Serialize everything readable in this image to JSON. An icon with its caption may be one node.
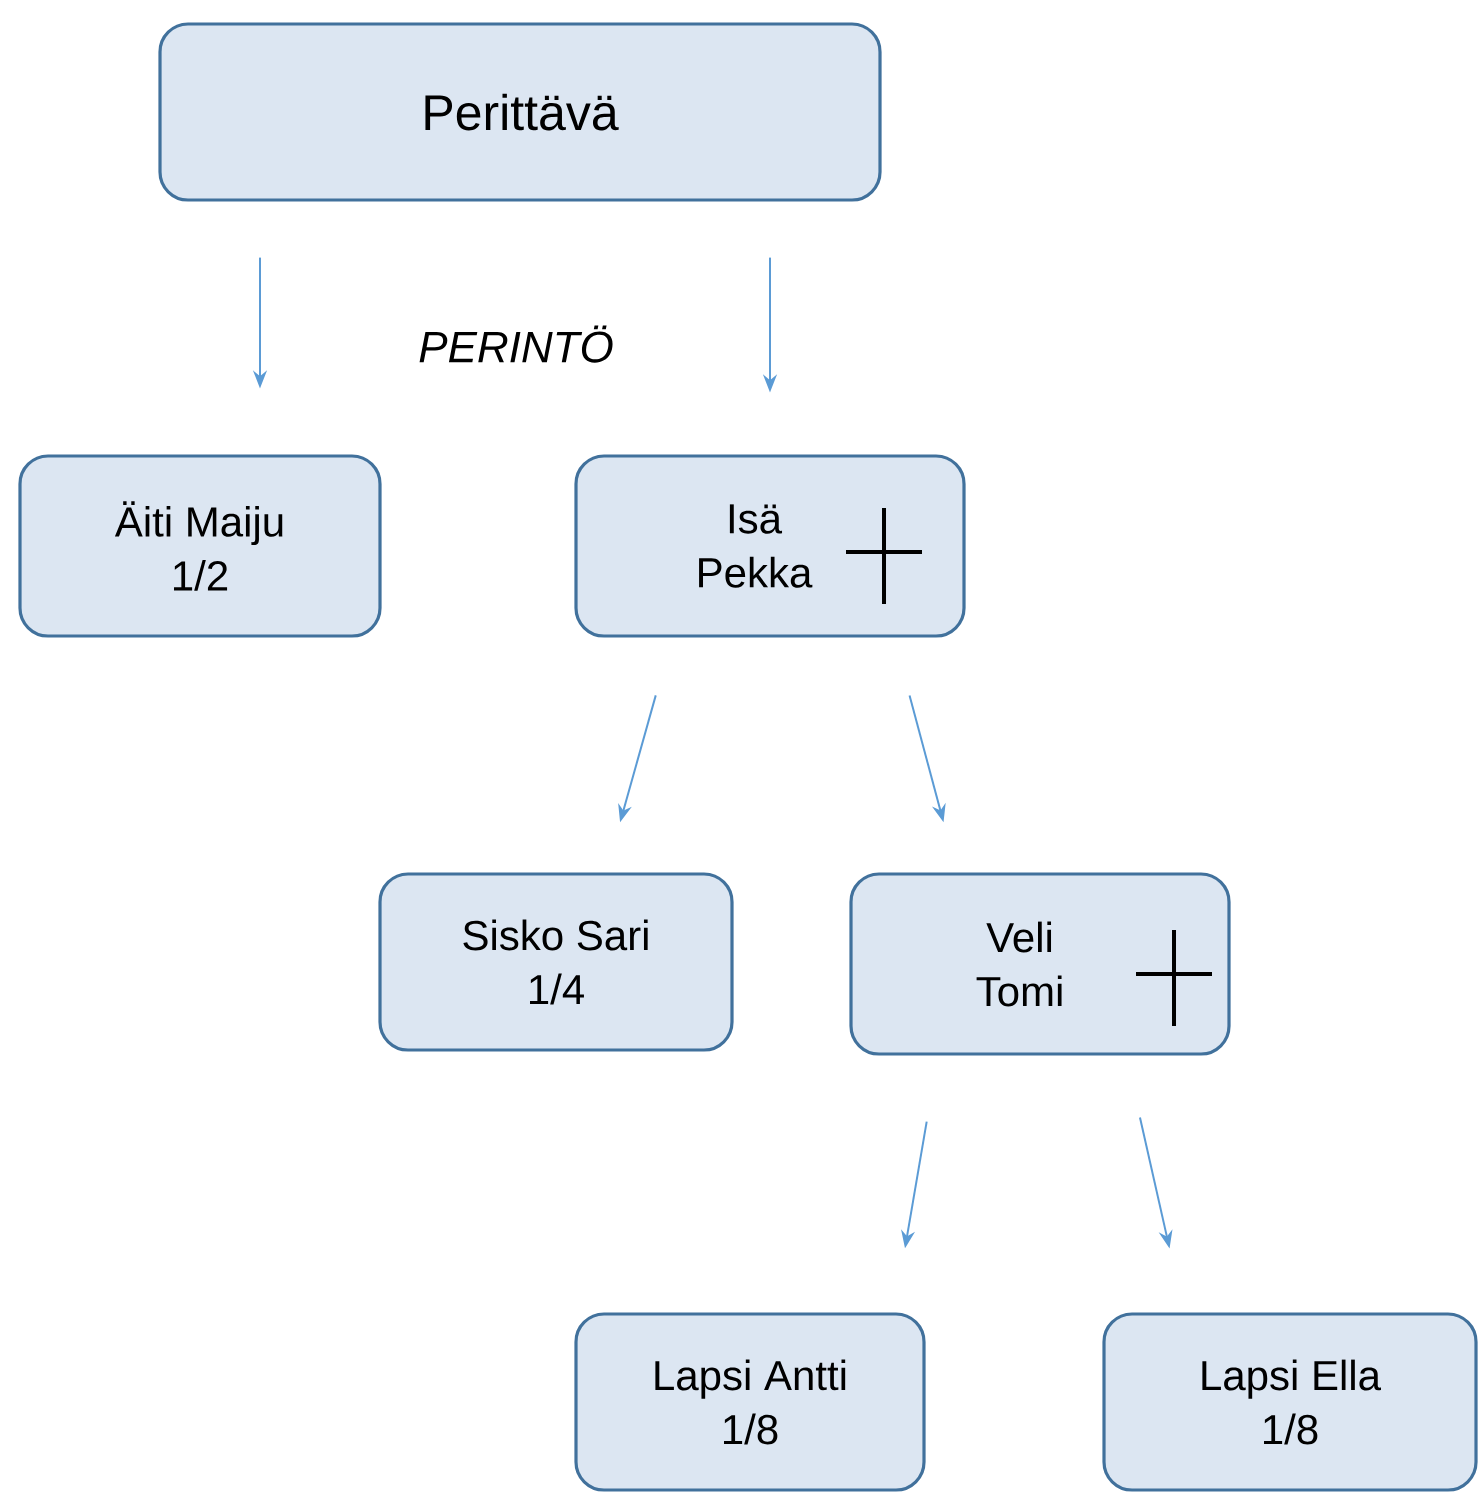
{
  "diagram": {
    "nodes": [
      {
        "text": [
          "Perittävä"
        ]
      },
      {
        "text": [
          "Äiti Maiju",
          "1/2"
        ]
      },
      {
        "text": [
          "Isä Pekka"
        ]
      },
      {
        "text": [
          "Sisko Sari",
          "1/4"
        ]
      },
      {
        "text": [
          "Veli Tomi"
        ]
      },
      {
        "text": [
          "Lapsi Antti",
          "1/8"
        ]
      },
      {
        "text": [
          "Lapsi Ella",
          "1/8"
        ]
      }
    ],
    "edges": [
      {
        "from": 0,
        "to": 1,
        "arrow": "to"
      },
      {
        "from": 0,
        "to": 2,
        "arrow": "to"
      },
      {
        "from": 2,
        "to": 3,
        "arrow": "to"
      },
      {
        "from": 2,
        "to": 4,
        "arrow": "to"
      },
      {
        "from": 4,
        "to": 5,
        "arrow": "to"
      },
      {
        "from": 4,
        "to": 6,
        "arrow": "to"
      }
    ],
    "labels": [
      "PERINTÖ"
    ]
  }
}
